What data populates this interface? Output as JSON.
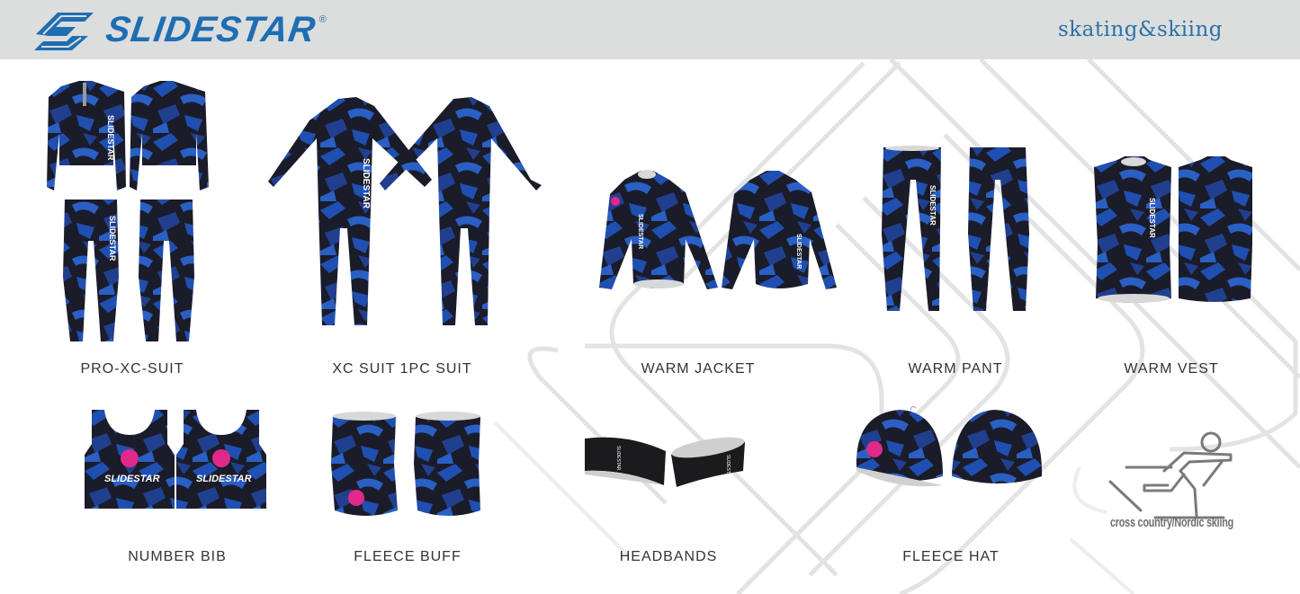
{
  "header": {
    "brand": "SLIDESTAR",
    "brand_registered": "®",
    "tagline": "skating&skiing"
  },
  "colors": {
    "brand_blue": "#1f6db3",
    "tagline_blue": "#2a72a8",
    "header_bg": "#dcdddd",
    "garment_dark": "#1b1c2a",
    "garment_blue": "#1f4fb0",
    "logo_pink": "#e0298a"
  },
  "products": [
    {
      "id": "pro-xc-suit",
      "label": "PRO-XC-SUIT"
    },
    {
      "id": "xc-suit-1pc",
      "label": "XC SUIT 1PC SUIT"
    },
    {
      "id": "warm-jacket",
      "label": "WARM JACKET"
    },
    {
      "id": "warm-pant",
      "label": "WARM PANT"
    },
    {
      "id": "warm-vest",
      "label": "WARM VEST"
    },
    {
      "id": "number-bib",
      "label": "NUMBER BIB",
      "print": "SLIDESTAR"
    },
    {
      "id": "fleece-buff",
      "label": "FLEECE BUFF"
    },
    {
      "id": "headbands",
      "label": "HEADBANDS"
    },
    {
      "id": "fleece-hat",
      "label": "FLEECE HAT"
    }
  ],
  "sport_badge": {
    "icon": "cross-country-skier-icon",
    "label": "cross country/Nordic skiing"
  }
}
